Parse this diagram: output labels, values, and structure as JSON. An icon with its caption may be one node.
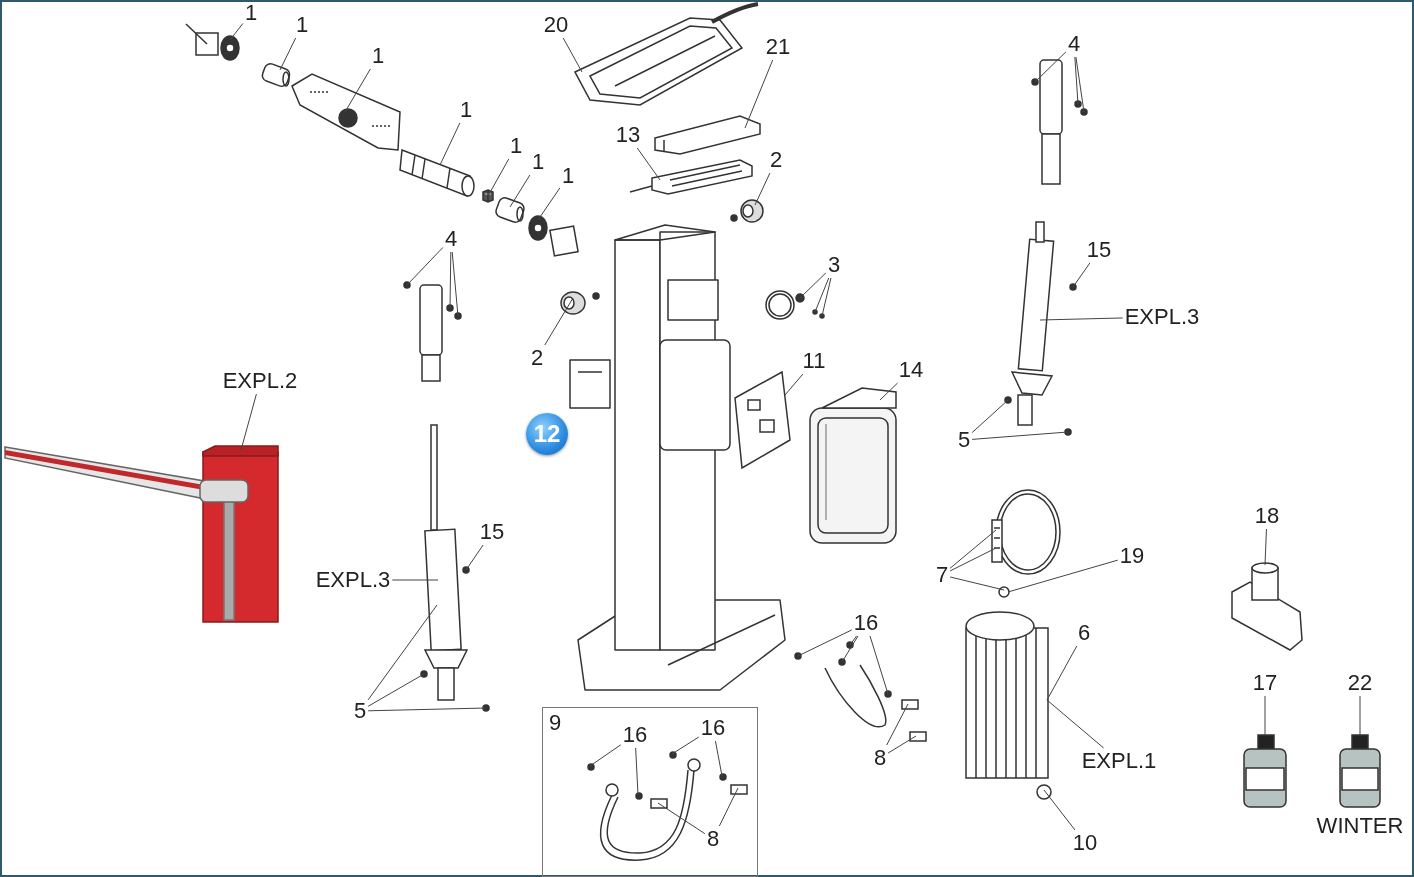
{
  "diagram": {
    "nodes": [
      {
        "text": [
          "1"
        ]
      },
      {
        "text": [
          "1"
        ]
      },
      {
        "text": [
          "1"
        ]
      },
      {
        "text": [
          "1"
        ]
      },
      {
        "text": [
          "1"
        ]
      },
      {
        "text": [
          "1"
        ]
      },
      {
        "text": [
          "1"
        ]
      },
      {
        "text": [
          "20"
        ]
      },
      {
        "text": [
          "21"
        ]
      },
      {
        "text": [
          "13"
        ]
      },
      {
        "text": [
          "2"
        ]
      },
      {
        "text": [
          "4"
        ]
      },
      {
        "text": [
          "4"
        ]
      },
      {
        "text": [
          "3"
        ]
      },
      {
        "text": [
          "2"
        ]
      },
      {
        "text": [
          "12"
        ]
      },
      {
        "text": [
          "11"
        ]
      },
      {
        "text": [
          "14"
        ]
      },
      {
        "text": [
          "15"
        ]
      },
      {
        "text": [
          "EXPL.3"
        ]
      },
      {
        "text": [
          "5"
        ]
      },
      {
        "text": [
          "EXPL.2"
        ]
      },
      {
        "text": [
          "15"
        ]
      },
      {
        "text": [
          "EXPL.3"
        ]
      },
      {
        "text": [
          "5"
        ]
      },
      {
        "text": [
          "18"
        ]
      },
      {
        "text": [
          "7"
        ]
      },
      {
        "text": [
          "19"
        ]
      },
      {
        "text": [
          "16"
        ]
      },
      {
        "text": [
          "6"
        ]
      },
      {
        "text": [
          "8"
        ]
      },
      {
        "text": [
          "EXPL.1"
        ]
      },
      {
        "text": [
          "10"
        ]
      },
      {
        "text": [
          "17"
        ]
      },
      {
        "text": [
          "22"
        ]
      },
      {
        "text": [
          "9"
        ]
      },
      {
        "text": [
          "16"
        ],
        "in": 35
      },
      {
        "text": [
          "16"
        ],
        "in": 35
      },
      {
        "text": [
          "8"
        ],
        "in": 35
      },
      {
        "text": [],
        "shape": "picture"
      },
      {
        "text": [],
        "shape": "picture"
      },
      {
        "text": [],
        "shape": "picture"
      },
      {
        "text": [],
        "shape": "picture"
      },
      {
        "text": [],
        "shape": "picture"
      },
      {
        "text": [],
        "shape": "picture"
      },
      {
        "text": [],
        "shape": "picture"
      },
      {
        "text": [],
        "shape": "picture"
      },
      {
        "text": [],
        "shape": "picture"
      },
      {
        "text": [],
        "shape": "picture"
      },
      {
        "text": [],
        "shape": "picture"
      },
      {
        "text": [],
        "shape": "picture"
      },
      {
        "text": [],
        "shape": "picture"
      },
      {
        "text": [],
        "shape": "picture"
      },
      {
        "text": [],
        "shape": "picture"
      },
      {
        "text": [],
        "shape": "picture"
      },
      {
        "text": [],
        "shape": "picture"
      },
      {
        "text": [],
        "shape": "picture"
      },
      {
        "text": [],
        "shape": "picture"
      },
      {
        "text": [],
        "shape": "picture"
      },
      {
        "text": [],
        "shape": "picture"
      },
      {
        "text": [],
        "shape": "picture"
      },
      {
        "text": [],
        "shape": "picture"
      },
      {
        "text": [],
        "shape": "picture"
      },
      {
        "text": [],
        "shape": "picture"
      },
      {
        "text": [],
        "shape": "picture"
      },
      {
        "text": [],
        "shape": "picture",
        "in": 35
      }
    ],
    "edges": [
      {
        "from": 0,
        "to": 40,
        "arrow": "none"
      },
      {
        "from": 1,
        "to": 41,
        "arrow": "none"
      },
      {
        "from": 2,
        "to": 42,
        "arrow": "none"
      },
      {
        "from": 3,
        "to": 43,
        "arrow": "none"
      },
      {
        "from": 4,
        "to": 44,
        "arrow": "none"
      },
      {
        "from": 5,
        "to": 45,
        "arrow": "none"
      },
      {
        "from": 6,
        "to": 46,
        "arrow": "none"
      },
      {
        "from": 7,
        "to": 47,
        "arrow": "none"
      },
      {
        "from": 8,
        "to": 48,
        "arrow": "none"
      },
      {
        "from": 9,
        "to": 49,
        "arrow": "none"
      },
      {
        "from": 10,
        "to": 50,
        "arrow": "none"
      },
      {
        "from": 11,
        "to": 55,
        "arrow": "none"
      },
      {
        "from": 11,
        "to": 55,
        "arrow": "none"
      },
      {
        "from": 11,
        "to": 55,
        "arrow": "none"
      },
      {
        "from": 12,
        "to": 56,
        "arrow": "none"
      },
      {
        "from": 12,
        "to": 56,
        "arrow": "none"
      },
      {
        "from": 12,
        "to": 56,
        "arrow": "none"
      },
      {
        "from": 13,
        "to": 51,
        "arrow": "none"
      },
      {
        "from": 13,
        "to": 51,
        "arrow": "none"
      },
      {
        "from": 13,
        "to": 51,
        "arrow": "none"
      },
      {
        "from": 14,
        "to": 52,
        "arrow": "none"
      },
      {
        "from": 16,
        "to": 53,
        "arrow": "none"
      },
      {
        "from": 17,
        "to": 54,
        "arrow": "none"
      },
      {
        "from": 18,
        "to": 57,
        "arrow": "none"
      },
      {
        "from": 19,
        "to": 57,
        "arrow": "none"
      },
      {
        "from": 20,
        "to": 57,
        "arrow": "none"
      },
      {
        "from": 20,
        "to": 57,
        "arrow": "none"
      },
      {
        "from": 21,
        "to": 39,
        "arrow": "none"
      },
      {
        "from": 22,
        "to": 58,
        "arrow": "none"
      },
      {
        "from": 23,
        "to": 58,
        "arrow": "none"
      },
      {
        "from": 24,
        "to": 58,
        "arrow": "none"
      },
      {
        "from": 24,
        "to": 58,
        "arrow": "none"
      },
      {
        "from": 24,
        "to": 58,
        "arrow": "none"
      },
      {
        "from": 25,
        "to": 59,
        "arrow": "none"
      },
      {
        "from": 26,
        "to": 62,
        "arrow": "none"
      },
      {
        "from": 26,
        "to": 62,
        "arrow": "none"
      },
      {
        "from": 26,
        "to": 62,
        "arrow": "none"
      },
      {
        "from": 27,
        "to": 62,
        "arrow": "none"
      },
      {
        "from": 28,
        "to": 64,
        "arrow": "none"
      },
      {
        "from": 28,
        "to": 64,
        "arrow": "none"
      },
      {
        "from": 28,
        "to": 64,
        "arrow": "none"
      },
      {
        "from": 28,
        "to": 64,
        "arrow": "none"
      },
      {
        "from": 29,
        "to": 63,
        "arrow": "none"
      },
      {
        "from": 30,
        "to": 64,
        "arrow": "none"
      },
      {
        "from": 30,
        "to": 64,
        "arrow": "none"
      },
      {
        "from": 31,
        "to": 63,
        "arrow": "none"
      },
      {
        "from": 32,
        "to": 63,
        "arrow": "none"
      },
      {
        "from": 33,
        "to": 60,
        "arrow": "none"
      },
      {
        "from": 34,
        "to": 61,
        "arrow": "none"
      },
      {
        "from": 36,
        "to": 65,
        "arrow": "none"
      },
      {
        "from": 36,
        "to": 65,
        "arrow": "none"
      },
      {
        "from": 37,
        "to": 65,
        "arrow": "none"
      },
      {
        "from": 37,
        "to": 65,
        "arrow": "none"
      },
      {
        "from": 38,
        "to": 65,
        "arrow": "none"
      },
      {
        "from": 38,
        "to": 65,
        "arrow": "none"
      }
    ],
    "labels": [
      "WINTER"
    ]
  }
}
